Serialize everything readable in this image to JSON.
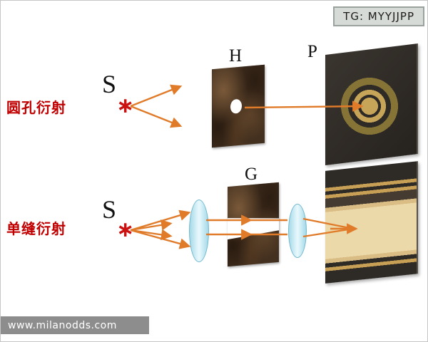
{
  "frame": {
    "tg_watermark": "TG: MYYJJPP",
    "site_watermark": "www.milanodds.com"
  },
  "diagram": {
    "top": {
      "title": "圆孔衍射",
      "source_label": "S",
      "source_mark": "∗",
      "aperture_label": "H",
      "screen_label": "P"
    },
    "bottom": {
      "title": "单缝衍射",
      "source_label": "S",
      "source_mark": "∗",
      "slit_label": "G"
    }
  },
  "colors": {
    "ray_orange": "#e07b2a",
    "title_red": "#c00000",
    "lens_blue": "#cdeef6",
    "ring_gold": "#c6a458",
    "band_cream": "#ecd9a9",
    "screen_dark": "#2e2a26"
  }
}
